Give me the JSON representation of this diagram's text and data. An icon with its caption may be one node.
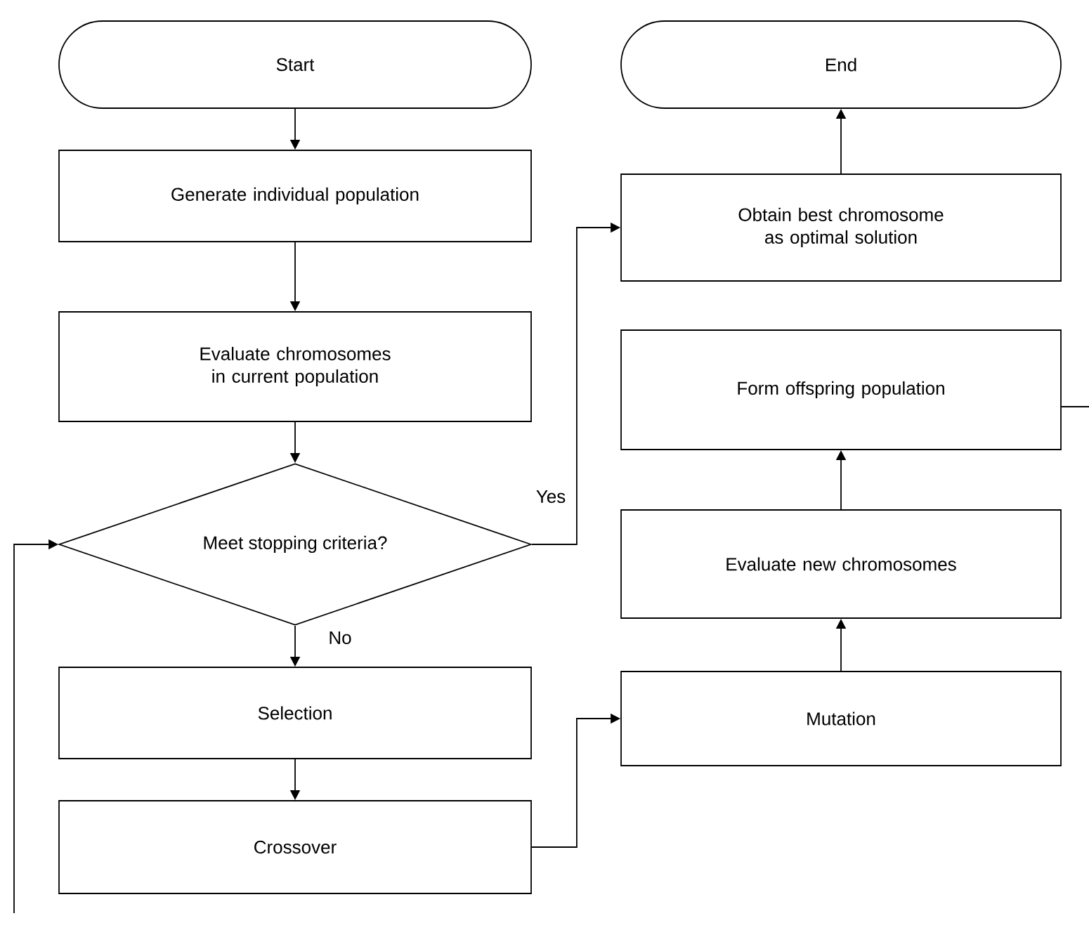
{
  "diagram": {
    "nodes": [
      {
        "text": [
          "Start"
        ]
      },
      {
        "text": [
          "Generate individual population"
        ]
      },
      {
        "text": [
          "Evaluate chromosomes in current population"
        ]
      },
      {
        "text": [
          "Meet stopping criteria?"
        ]
      },
      {
        "text": [
          "Selection"
        ]
      },
      {
        "text": [
          "Crossover"
        ]
      },
      {
        "text": [
          "End"
        ]
      },
      {
        "text": [
          "Obtain best chromosome as optimal solution"
        ]
      },
      {
        "text": [
          "Form offspring population"
        ]
      },
      {
        "text": [
          "Evaluate new chromosomes"
        ]
      },
      {
        "text": [
          "Mutation"
        ]
      }
    ],
    "edges": [
      {
        "from": 0,
        "to": 1,
        "arrow": "to"
      },
      {
        "from": 1,
        "to": 2,
        "arrow": "to"
      },
      {
        "from": 2,
        "to": 3,
        "arrow": "to"
      },
      {
        "from": 3,
        "to": 4,
        "arrow": "to",
        "label": "No"
      },
      {
        "from": 4,
        "to": 5,
        "arrow": "to"
      },
      {
        "from": 3,
        "to": 7,
        "arrow": "to",
        "label": "Yes"
      },
      {
        "from": 7,
        "to": 6,
        "arrow": "to"
      },
      {
        "from": 5,
        "to": 10,
        "arrow": "to"
      },
      {
        "from": 10,
        "to": 9,
        "arrow": "to"
      },
      {
        "from": 9,
        "to": 8,
        "arrow": "to"
      },
      {
        "from": 8,
        "to": null,
        "arrow": "none"
      },
      {
        "from": null,
        "to": 3,
        "arrow": "to"
      }
    ]
  }
}
